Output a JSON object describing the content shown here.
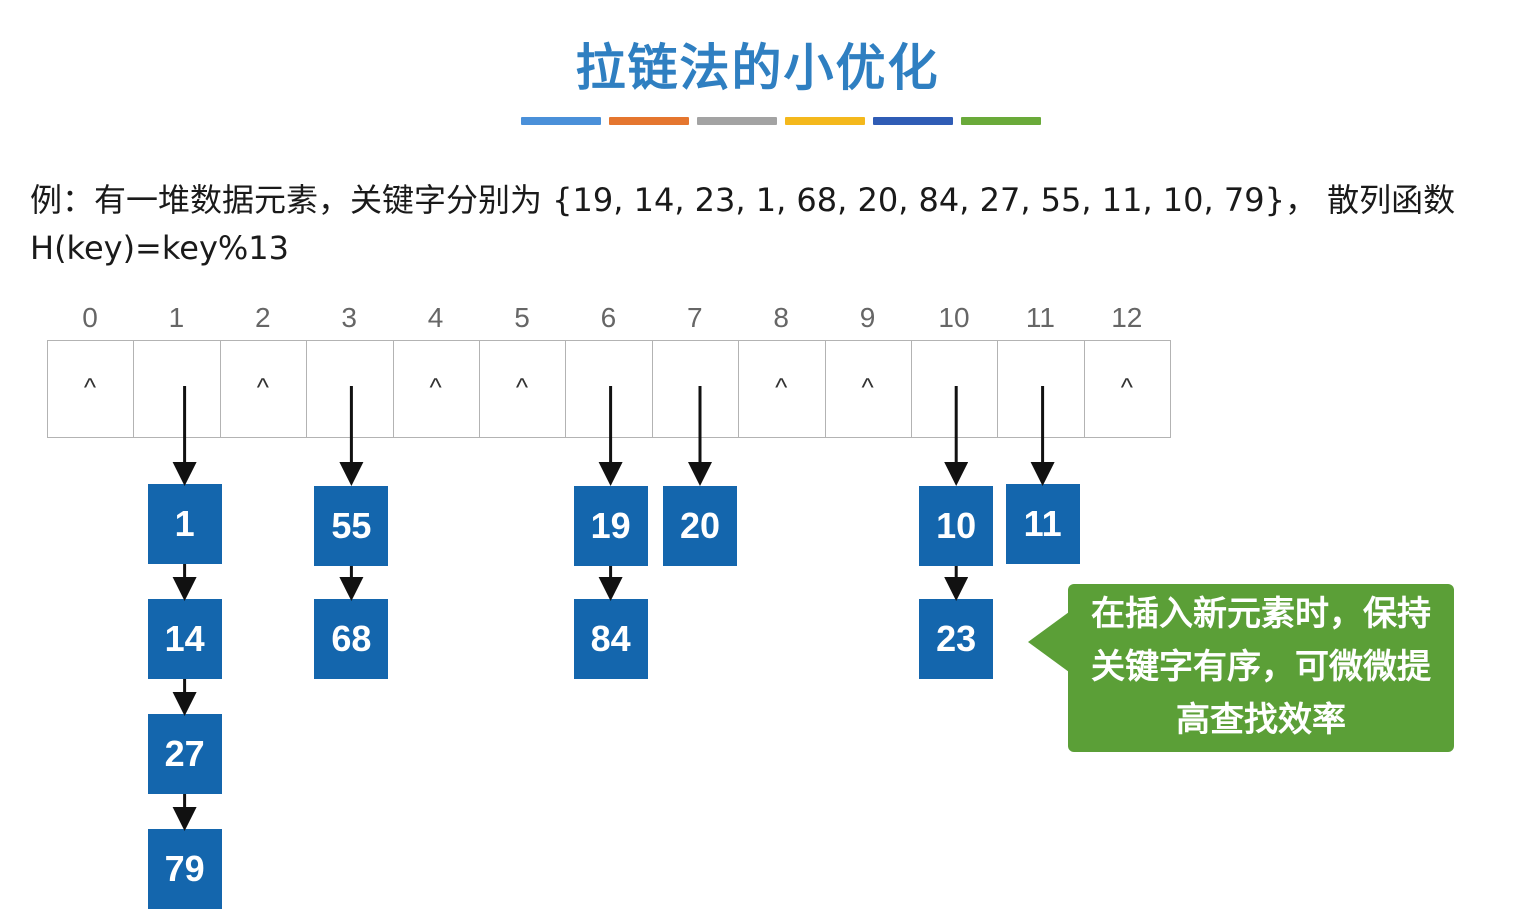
{
  "title": "拉链法的小优化",
  "color_bars": [
    "#4a90d9",
    "#e5762f",
    "#a3a3a3",
    "#f4b81c",
    "#2f5cb5",
    "#6aaa3a"
  ],
  "description": {
    "line1": "例：有一堆数据元素，关键字分别为 {19, 14, 23, 1, 68, 20, 84, 27, 55, 11, 10, 79}， 散列函数",
    "line2": "H(key)=key%13"
  },
  "table": {
    "indices": [
      "0",
      "1",
      "2",
      "3",
      "4",
      "5",
      "6",
      "7",
      "8",
      "9",
      "10",
      "11",
      "12"
    ],
    "empty_marker": "^",
    "slots": [
      {
        "index": "0",
        "chain": []
      },
      {
        "index": "1",
        "chain": [
          "1",
          "14",
          "27",
          "79"
        ]
      },
      {
        "index": "2",
        "chain": []
      },
      {
        "index": "3",
        "chain": [
          "55",
          "68"
        ]
      },
      {
        "index": "4",
        "chain": []
      },
      {
        "index": "5",
        "chain": []
      },
      {
        "index": "6",
        "chain": [
          "19",
          "84"
        ]
      },
      {
        "index": "7",
        "chain": [
          "20"
        ]
      },
      {
        "index": "8",
        "chain": []
      },
      {
        "index": "9",
        "chain": []
      },
      {
        "index": "10",
        "chain": [
          "10",
          "23"
        ]
      },
      {
        "index": "11",
        "chain": [
          "11"
        ]
      },
      {
        "index": "12",
        "chain": []
      }
    ]
  },
  "callout": {
    "line1": "在插入新元素时，保持",
    "line2": "关键字有序，可微微提",
    "line3": "高查找效率"
  },
  "colors": {
    "node_fill": "#1466ad",
    "callout_fill": "#5b9f37",
    "title": "#2f7fc1"
  }
}
